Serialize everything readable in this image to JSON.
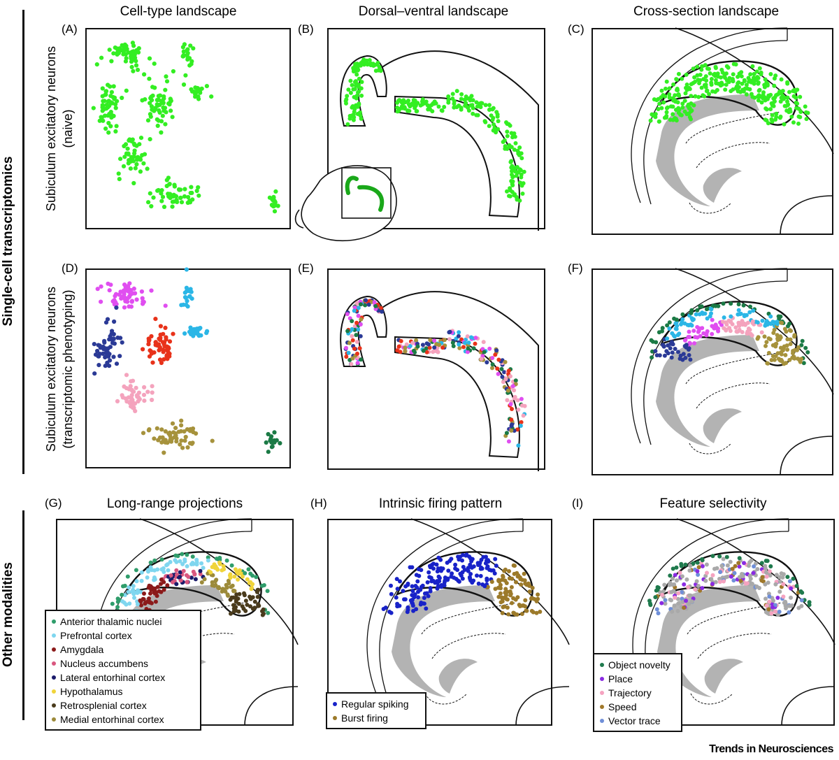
{
  "column_titles": [
    "Cell-type landscape",
    "Dorsal–ventral landscape",
    "Cross-section landscape"
  ],
  "bottom_titles": [
    "Long-range projections",
    "Intrinsic firing pattern",
    "Feature selectivity"
  ],
  "panel_letters": [
    "(A)",
    "(B)",
    "(C)",
    "(D)",
    "(E)",
    "(F)",
    "(G)",
    "(H)",
    "(I)"
  ],
  "row_labels": {
    "row1_line1": "Subiculum excitatory neurons",
    "row1_line2": "(naive)",
    "row2_line1": "Subiculum excitatory neurons",
    "row2_line2": "(transcriptomic phenotyping)"
  },
  "side_labels": {
    "top": "Single-cell transcriptomics",
    "bottom": "Other modalities"
  },
  "colors": {
    "naive_green": "#33ee22",
    "anatomy_gray": "#b3b3b3",
    "outline": "#111111"
  },
  "clusters": [
    {
      "color": "#e04ef0",
      "name": "magenta"
    },
    {
      "color": "#2bb6e6",
      "name": "cyan"
    },
    {
      "color": "#2b3a96",
      "name": "navy"
    },
    {
      "color": "#e8321a",
      "name": "red"
    },
    {
      "color": "#f4a3bd",
      "name": "pink"
    },
    {
      "color": "#a6923c",
      "name": "olive"
    },
    {
      "color": "#1b7a45",
      "name": "dark-green"
    }
  ],
  "legend_projections": [
    {
      "label": "Anterior thalamic nuclei",
      "color": "#2f9d6b"
    },
    {
      "label": "Prefrontal cortex",
      "color": "#7fd6ef"
    },
    {
      "label": "Amygdala",
      "color": "#8b1a1a"
    },
    {
      "label": "Nucleus accumbens",
      "color": "#d9577f"
    },
    {
      "label": "Lateral entorhinal cortex",
      "color": "#1b1b6b"
    },
    {
      "label": "Hypothalamus",
      "color": "#f0d43a"
    },
    {
      "label": "Retrosplenial cortex",
      "color": "#4a3b1c"
    },
    {
      "label": "Medial entorhinal cortex",
      "color": "#9c8a3a"
    }
  ],
  "legend_firing": [
    {
      "label": "Regular spiking",
      "color": "#1822c8"
    },
    {
      "label": "Burst firing",
      "color": "#9c7a2a"
    }
  ],
  "legend_features": [
    {
      "label": "Object novelty",
      "color": "#1f7a4d"
    },
    {
      "label": "Place",
      "color": "#8a2be2"
    },
    {
      "label": "Trajectory",
      "color": "#f5a3c0"
    },
    {
      "label": "Speed",
      "color": "#a0782a"
    },
    {
      "label": "Vector trace",
      "color": "#6f8fd8"
    }
  ],
  "feature_gray": "#a9a9a9",
  "credit": "Trends in Neurosciences"
}
